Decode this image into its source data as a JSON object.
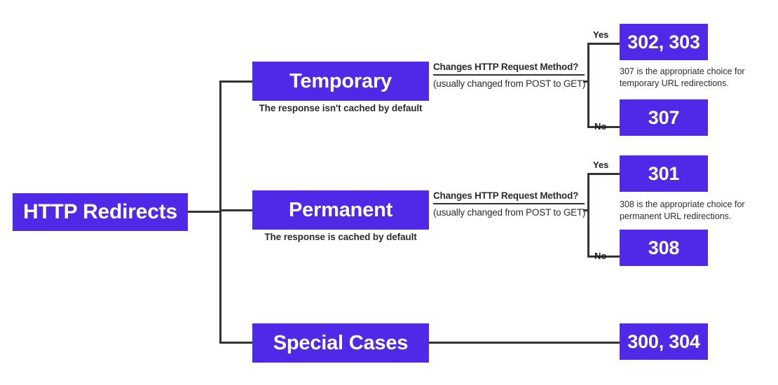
{
  "diagram": {
    "title": "HTTP Redirects",
    "root": {
      "label": "HTTP Redirects"
    },
    "branches": [
      {
        "id": "temporary",
        "label": "Temporary",
        "caption": "The response isn't cached by default",
        "question": {
          "title": "Changes HTTP Request Method?",
          "subtitle": "(usually changed from POST to GET)"
        },
        "note": "307 is the appropriate choice for temporary URL redirections.",
        "outcomes": [
          {
            "answer": "Yes",
            "codes": "302, 303"
          },
          {
            "answer": "No",
            "codes": "307"
          }
        ]
      },
      {
        "id": "permanent",
        "label": "Permanent",
        "caption": "The response is cached by default",
        "question": {
          "title": "Changes HTTP Request Method?",
          "subtitle": "(usually changed from POST to GET)"
        },
        "note": "308 is the appropriate choice for permanent URL redirections.",
        "outcomes": [
          {
            "answer": "Yes",
            "codes": "301"
          },
          {
            "answer": "No",
            "codes": "308"
          }
        ]
      },
      {
        "id": "special",
        "label": "Special Cases",
        "caption": "",
        "outcomes": [
          {
            "answer": "",
            "codes": "300, 304"
          }
        ]
      }
    ],
    "colors": {
      "box_fill": "#5028e8",
      "box_text": "#ffffff",
      "connector": "#333333",
      "body_text": "#2b2b2b",
      "background": "#ffffff"
    }
  }
}
